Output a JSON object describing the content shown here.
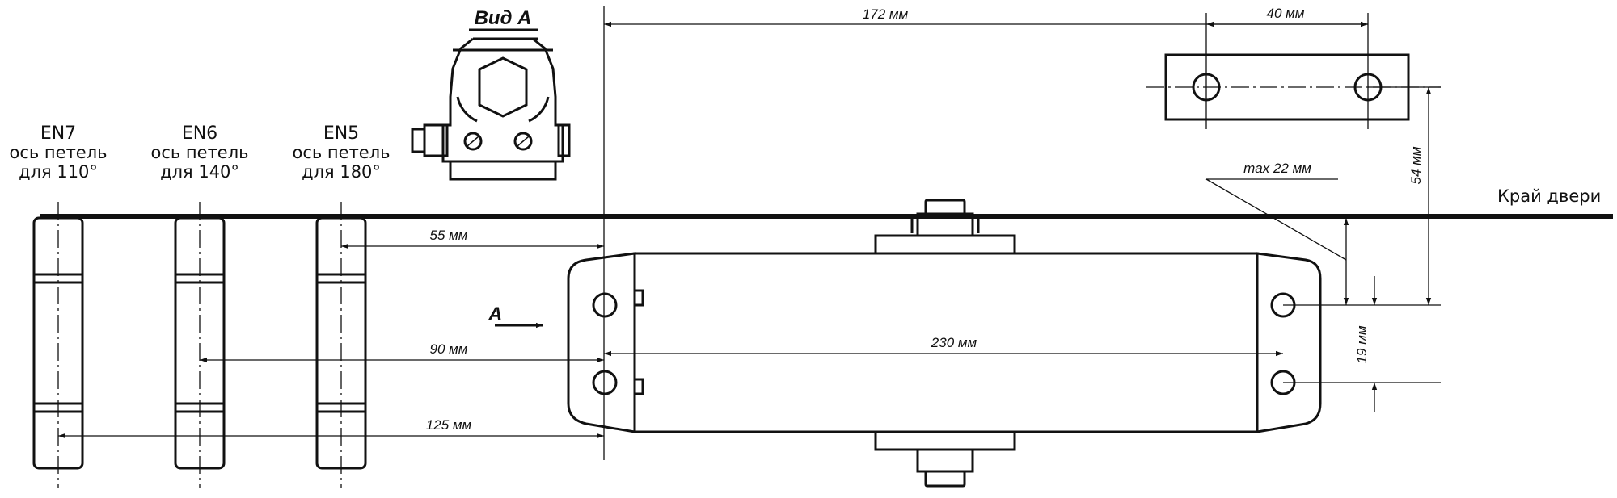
{
  "labels": {
    "view_a": "Вид А",
    "en7": {
      "model": "EN7",
      "line1": "ось петель",
      "line2": "для 110°"
    },
    "en6": {
      "model": "EN6",
      "line1": "ось петель",
      "line2": "для 140°"
    },
    "en5": {
      "model": "EN5",
      "line1": "ось петель",
      "line2": "для 180°"
    },
    "door_edge": "Край двери",
    "arrow_a": "А"
  },
  "dimensions": {
    "d172": "172 мм",
    "d40": "40 мм",
    "d55": "55 мм",
    "d90": "90 мм",
    "d125": "125 мм",
    "d230": "230 мм",
    "d54": "54 мм",
    "d19": "19 мм",
    "max22": "max 22 мм"
  }
}
